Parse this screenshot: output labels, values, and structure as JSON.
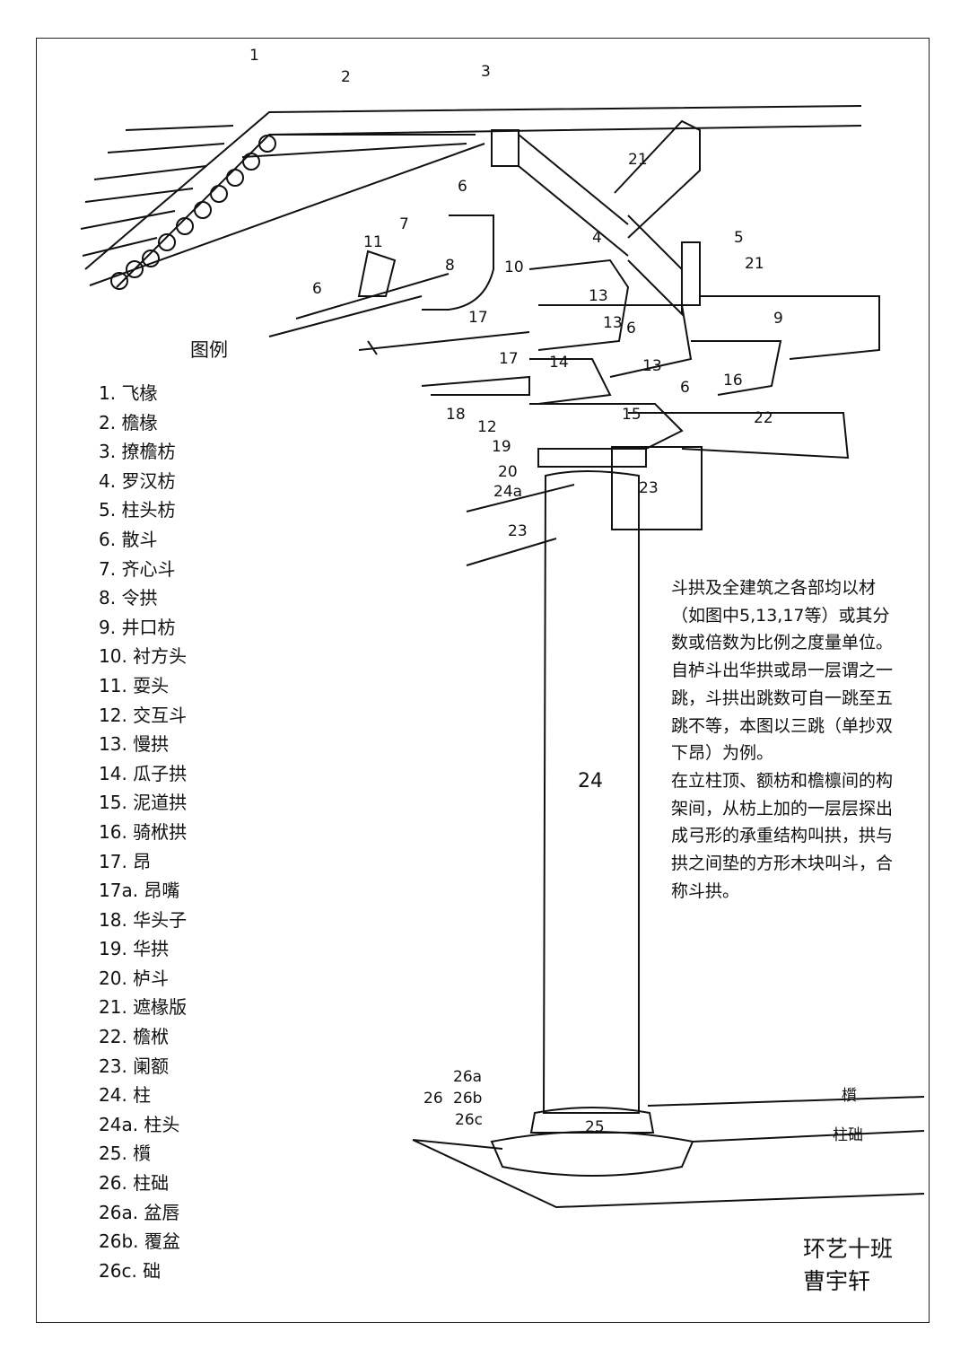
{
  "legend": {
    "title": "图例",
    "items": [
      "1. 飞椽",
      "2. 檐椽",
      "3. 撩檐枋",
      "4. 罗汉枋",
      "5. 柱头枋",
      "6. 散斗",
      "7. 齐心斗",
      "8. 令拱",
      "9. 井口枋",
      "10. 衬方头",
      "11. 耍头",
      "12. 交互斗",
      "13. 慢拱",
      "14. 瓜子拱",
      "15. 泥道拱",
      "16. 骑栿拱",
      "17. 昂",
      "17a. 昂嘴",
      "18. 华头子",
      "19. 华拱",
      "20. 栌斗",
      "21. 遮椽版",
      "22. 檐栿",
      "23. 阑额",
      "24. 柱",
      "24a. 柱头",
      "25. 櫍",
      "26. 柱础",
      "26a. 盆唇",
      "26b. 覆盆",
      "26c. 础"
    ]
  },
  "note": {
    "paragraph1": "斗拱及全建筑之各部均以材（如图中5,13,17等）或其分数或倍数为比例之度量单位。自栌斗出华拱或昂一层谓之一跳，斗拱出跳数可自一跳至五跳不等，本图以三跳（单抄双下昂）为例。",
    "paragraph2": "在立柱顶、额枋和檐檩间的构架间，从枋上加的一层层探出成弓形的承重结构叫拱，拱与拱之间垫的方形木块叫斗，合称斗拱。"
  },
  "labels": {
    "n1": "1",
    "n2": "2",
    "n3": "3",
    "n4": "4",
    "n5": "5",
    "n6a": "6",
    "n6b": "6",
    "n6c": "6",
    "n6d": "6",
    "n7": "7",
    "n8": "8",
    "n9": "9",
    "n10": "10",
    "n11": "11",
    "n12": "12",
    "n13a": "13",
    "n13b": "13",
    "n13c": "13",
    "n14": "14",
    "n15": "15",
    "n16": "16",
    "n17a": "17",
    "n17b": "17",
    "n18": "18",
    "n19": "19",
    "n20": "20",
    "n21a": "21",
    "n21b": "21",
    "n22": "22",
    "n23a": "23",
    "n23b": "23",
    "n24": "24",
    "n24a": "24a",
    "n25": "25",
    "n26": "26",
    "n26a": "26a",
    "n26b": "26b",
    "n26c": "26c",
    "zhi": "櫍",
    "zhuchu": "柱础"
  },
  "signature": {
    "line1": "环艺十班",
    "line2": "曹宇轩"
  }
}
